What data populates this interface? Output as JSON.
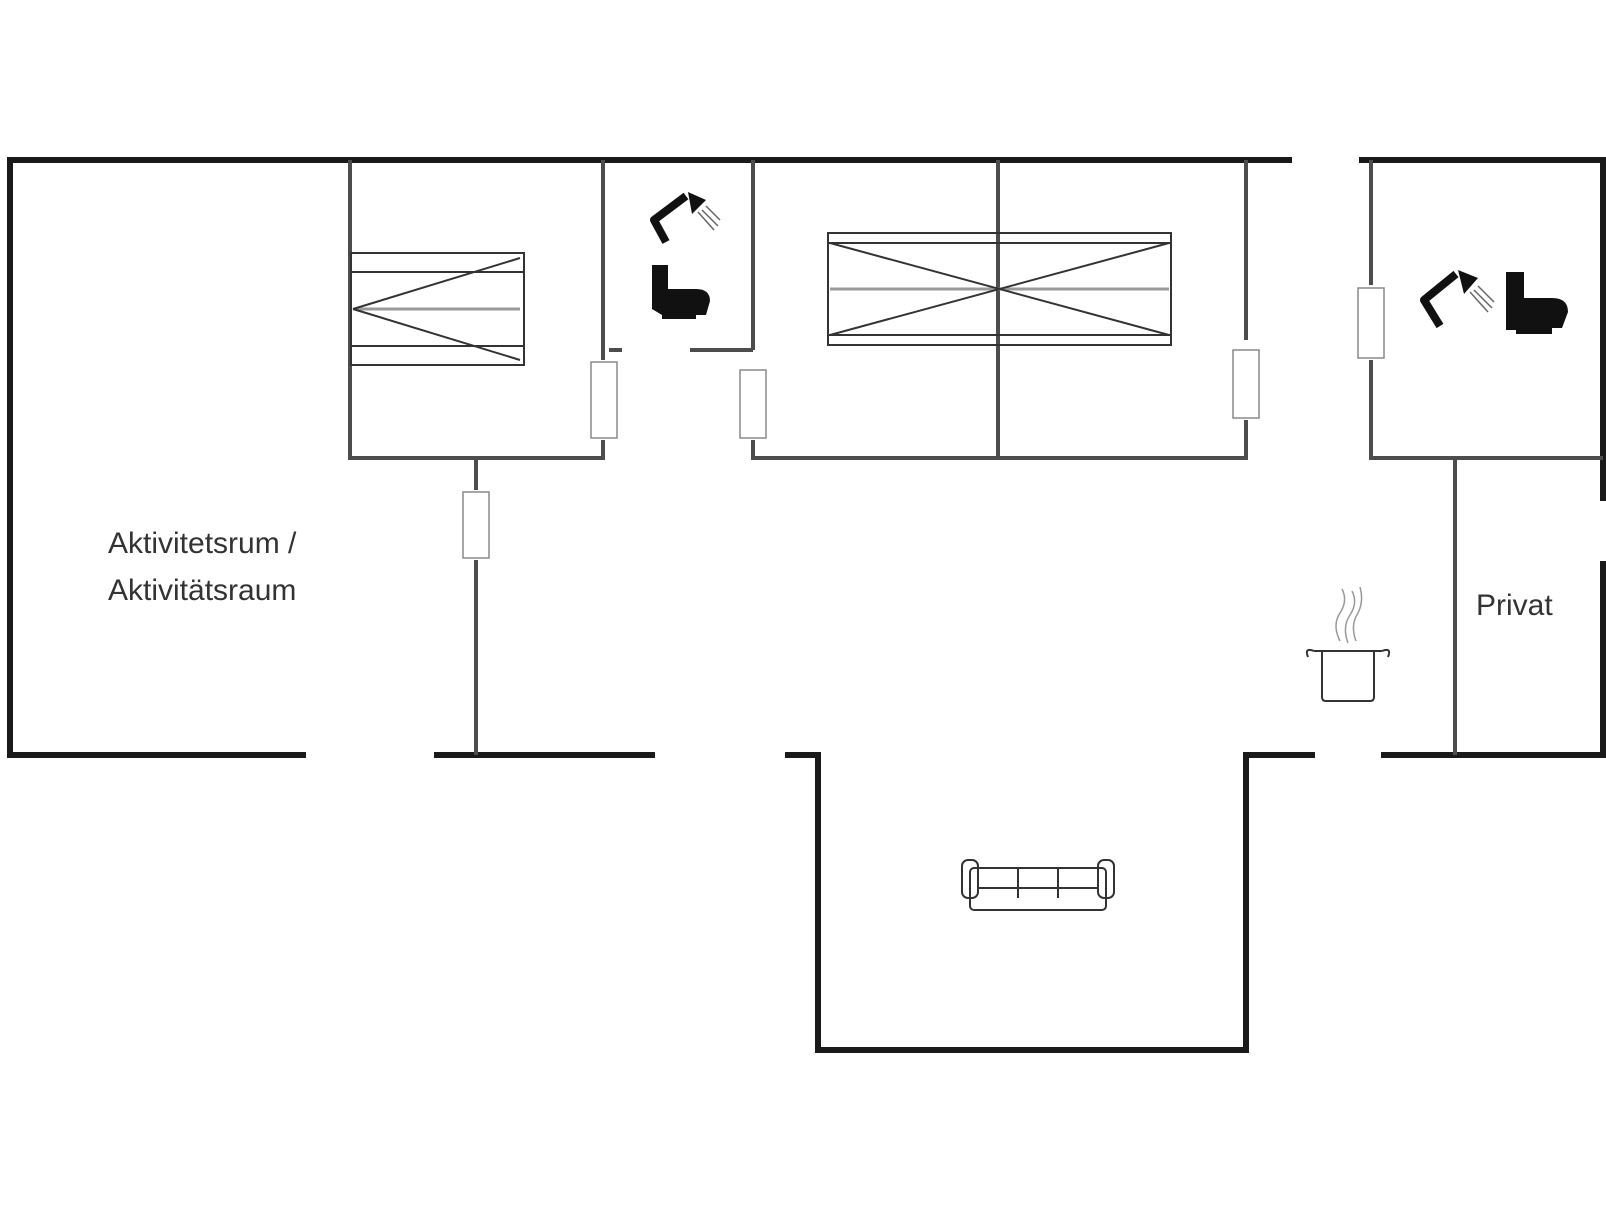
{
  "rooms": {
    "activity_line1": "Aktivitetsrum /",
    "activity_line2": "Aktivitätsraum",
    "private": "Privat"
  },
  "colors": {
    "wall": "#1a1a1a",
    "inner_wall": "#4d4d4d",
    "background": "#ffffff"
  },
  "icons": [
    "bed-icon",
    "shower-icon",
    "toilet-icon",
    "double-bed-icon",
    "kitchen-pot-icon",
    "sofa-icon"
  ]
}
